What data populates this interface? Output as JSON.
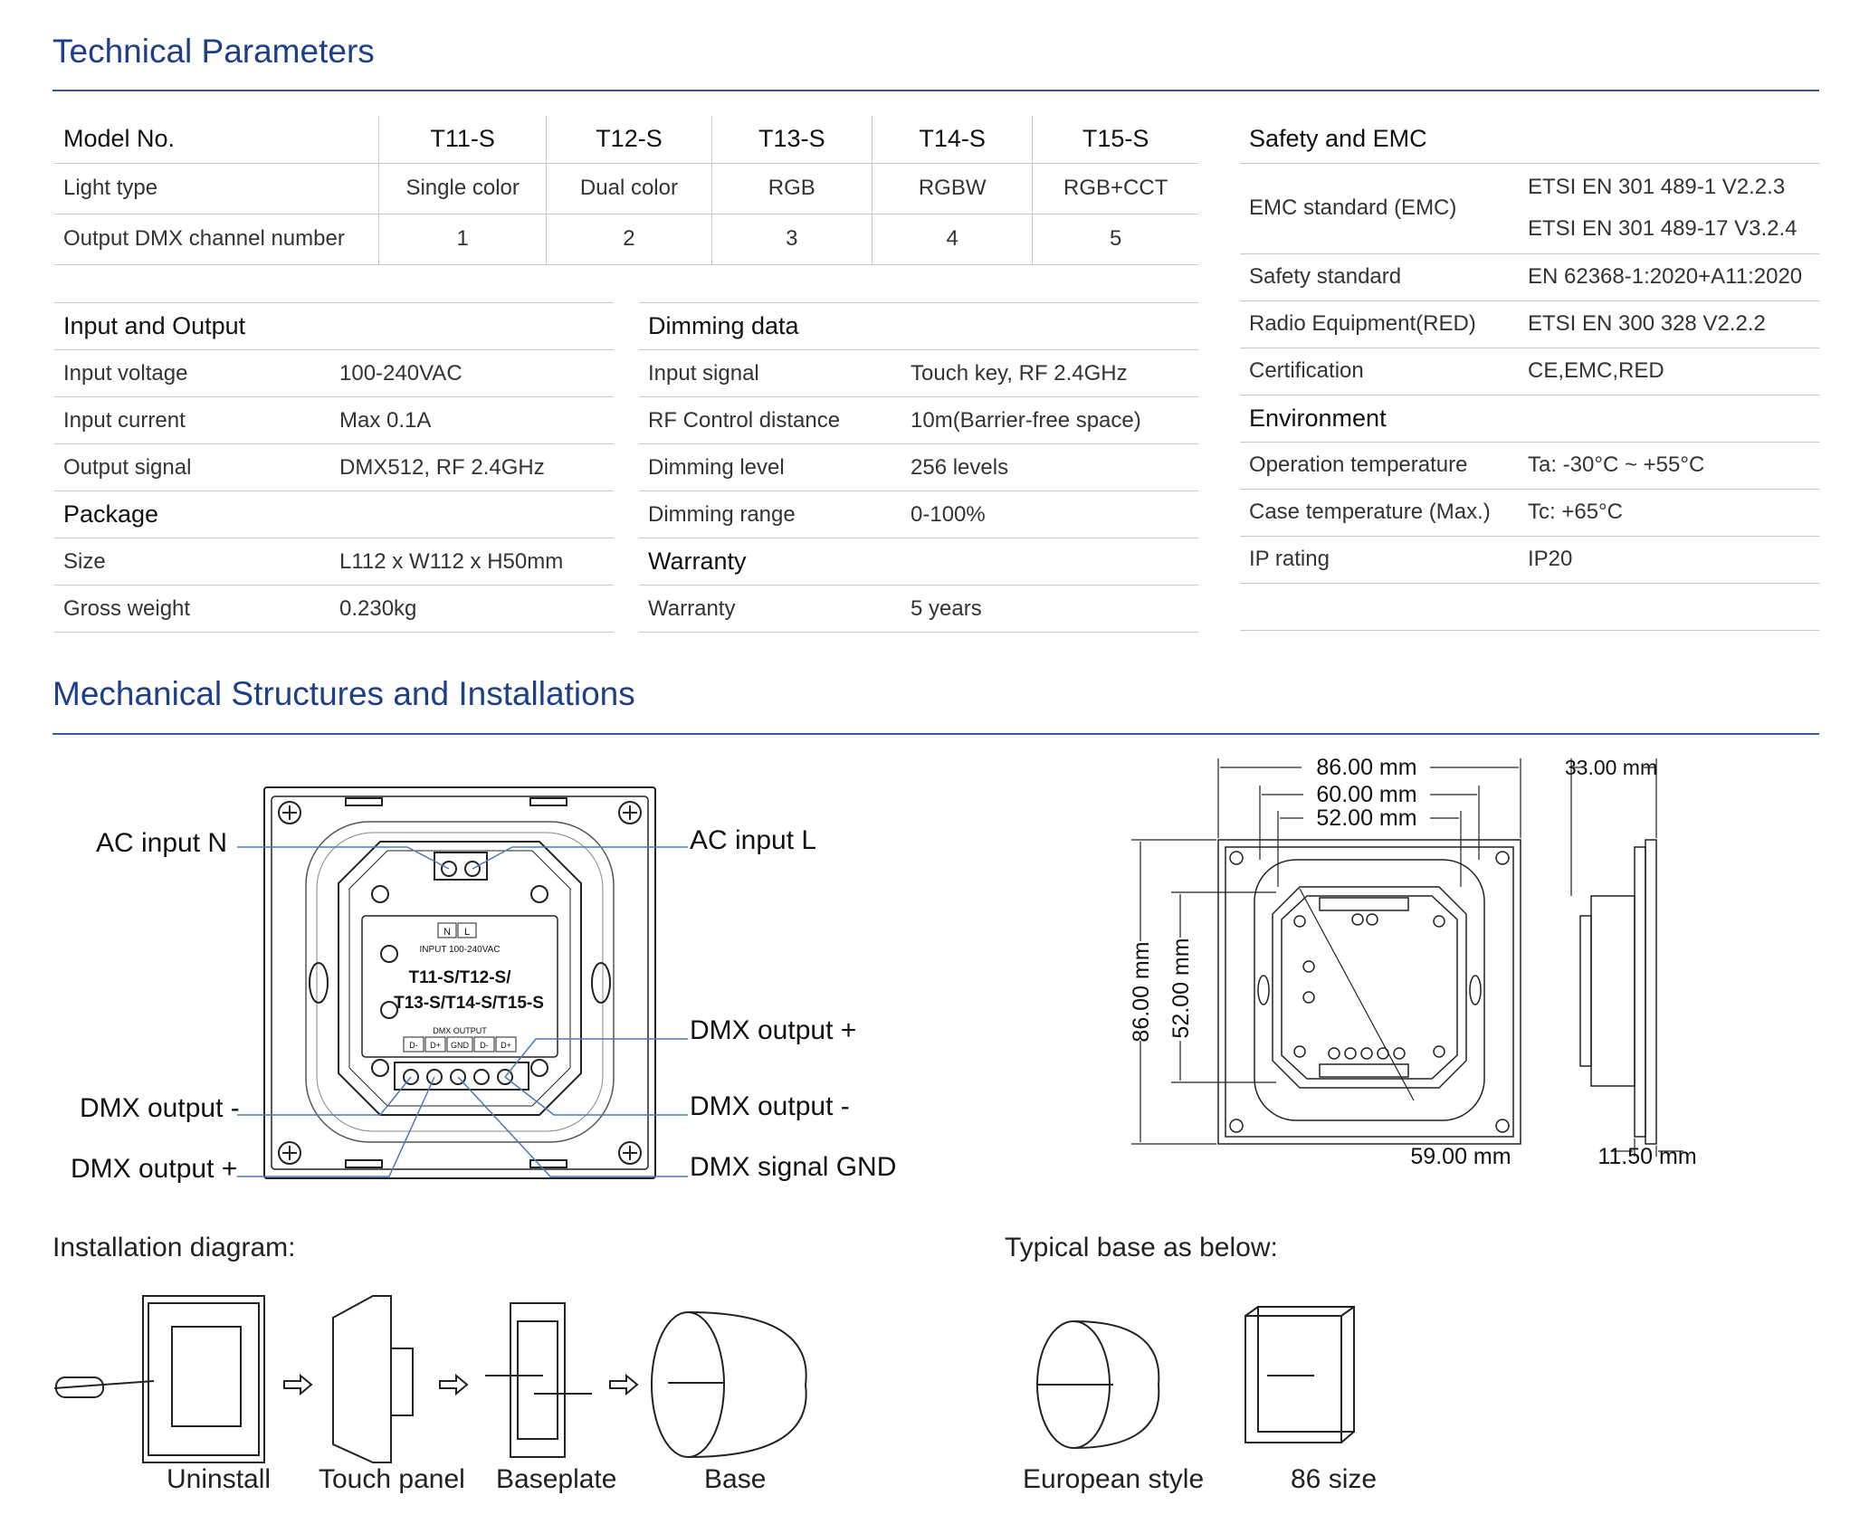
{
  "technical": {
    "title": "Technical Parameters",
    "models": {
      "header": [
        "Model No.",
        "T11-S",
        "T12-S",
        "T13-S",
        "T14-S",
        "T15-S"
      ],
      "rows": [
        [
          "Light type",
          "Single color",
          "Dual color",
          "RGB",
          "RGBW",
          "RGB+CCT"
        ],
        [
          "Output DMX channel number",
          "1",
          "2",
          "3",
          "4",
          "5"
        ]
      ]
    },
    "io": {
      "header": "Input and Output",
      "rows": [
        [
          "Input voltage",
          "100-240VAC"
        ],
        [
          "Input current",
          "Max 0.1A"
        ],
        [
          "Output signal",
          "DMX512, RF 2.4GHz"
        ]
      ]
    },
    "package": {
      "header": "Package",
      "rows": [
        [
          "Size",
          "L112 x W112 x H50mm"
        ],
        [
          "Gross weight",
          "0.230kg"
        ]
      ]
    },
    "dimming": {
      "header": "Dimming data",
      "rows": [
        [
          "Input signal",
          "Touch key, RF 2.4GHz"
        ],
        [
          "RF Control distance",
          "10m(Barrier-free space)"
        ],
        [
          "Dimming level",
          "256 levels"
        ],
        [
          "Dimming range",
          "0-100%"
        ]
      ]
    },
    "warranty": {
      "header": "Warranty",
      "rows": [
        [
          "Warranty",
          "5 years"
        ]
      ]
    },
    "safety": {
      "header": "Safety and EMC",
      "emc_label": "EMC standard (EMC)",
      "emc_values": [
        "ETSI EN 301 489-1 V2.2.3",
        "ETSI EN 301 489-17 V3.2.4"
      ],
      "rows": [
        [
          "Safety standard",
          "EN 62368-1:2020+A11:2020"
        ],
        [
          "Radio Equipment(RED)",
          "ETSI EN 300 328 V2.2.2"
        ],
        [
          "Certification",
          "CE,EMC,RED"
        ]
      ]
    },
    "environment": {
      "header": "Environment",
      "rows": [
        [
          "Operation temperature",
          "Ta: -30°C ~ +55°C"
        ],
        [
          "Case temperature (Max.)",
          "Tc: +65°C"
        ],
        [
          "IP rating",
          "IP20"
        ]
      ]
    }
  },
  "mechanical": {
    "title": "Mechanical Structures and Installations",
    "wiring_labels": {
      "ac_n": "AC input N",
      "ac_l": "AC input  L",
      "dmx_plus_right": "DMX output +",
      "dmx_minus_left": "DMX output -",
      "dmx_minus_right": "DMX output -",
      "dmx_plus_left": "DMX output +",
      "dmx_gnd": "DMX signal GND"
    },
    "module": {
      "n": "N",
      "l": "L",
      "input": "INPUT 100-240VAC",
      "model_line1": "T11-S/T12-S/",
      "model_line2": "T13-S/T14-S/T15-S",
      "dmx_output": "DMX OUTPUT",
      "terminals": [
        "D-",
        "D+",
        "GND",
        "D-",
        "D+"
      ]
    },
    "dimensions": {
      "w86": "86.00 mm",
      "w60": "60.00 mm",
      "w52": "52.00 mm",
      "h86": "86.00 mm",
      "h52": "52.00 mm",
      "diag": "59.00 mm",
      "depth33": "33.00 mm",
      "depth11": "11.50 mm"
    },
    "installation": {
      "title": "Installation diagram:",
      "steps": [
        "Uninstall",
        "Touch panel",
        "Baseplate",
        "Base"
      ]
    },
    "typical": {
      "title": "Typical base as below:",
      "items": [
        "European style",
        "86 size"
      ]
    }
  }
}
